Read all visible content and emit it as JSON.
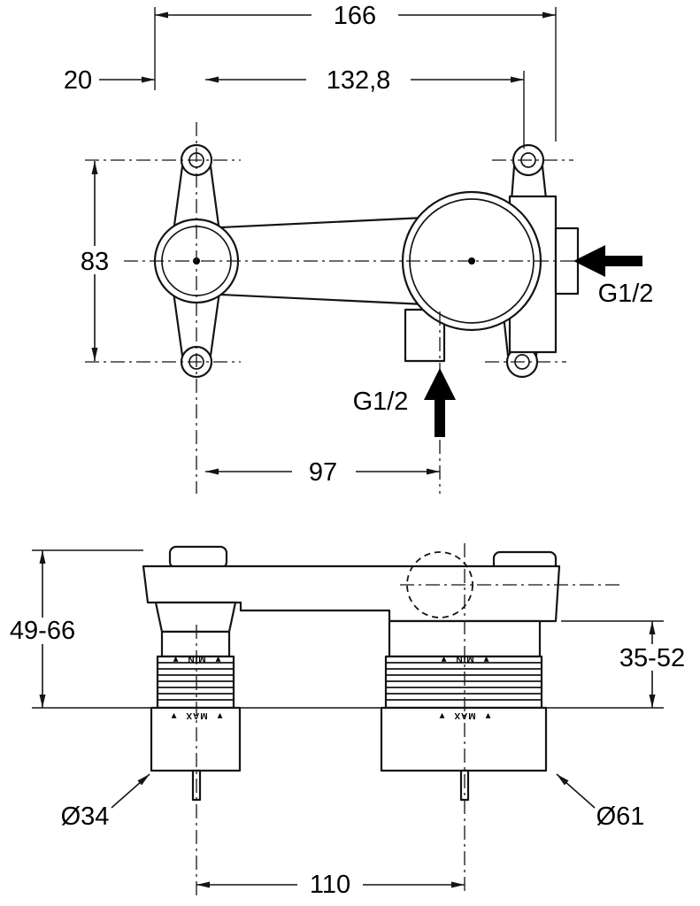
{
  "dims": {
    "total_width": "166",
    "hole_spacing": "132,8",
    "edge_offset": "20",
    "hole_height": "83",
    "inlet_offset": "97",
    "depth_left": "49-66",
    "depth_right": "35-52",
    "dia_left": "Ø34",
    "dia_right": "Ø61",
    "outlet_spacing": "110"
  },
  "labels": {
    "thread_side": "G1/2",
    "thread_bottom": "G1/2",
    "min": "MIN",
    "max": "MAX",
    "marker": "▼"
  }
}
